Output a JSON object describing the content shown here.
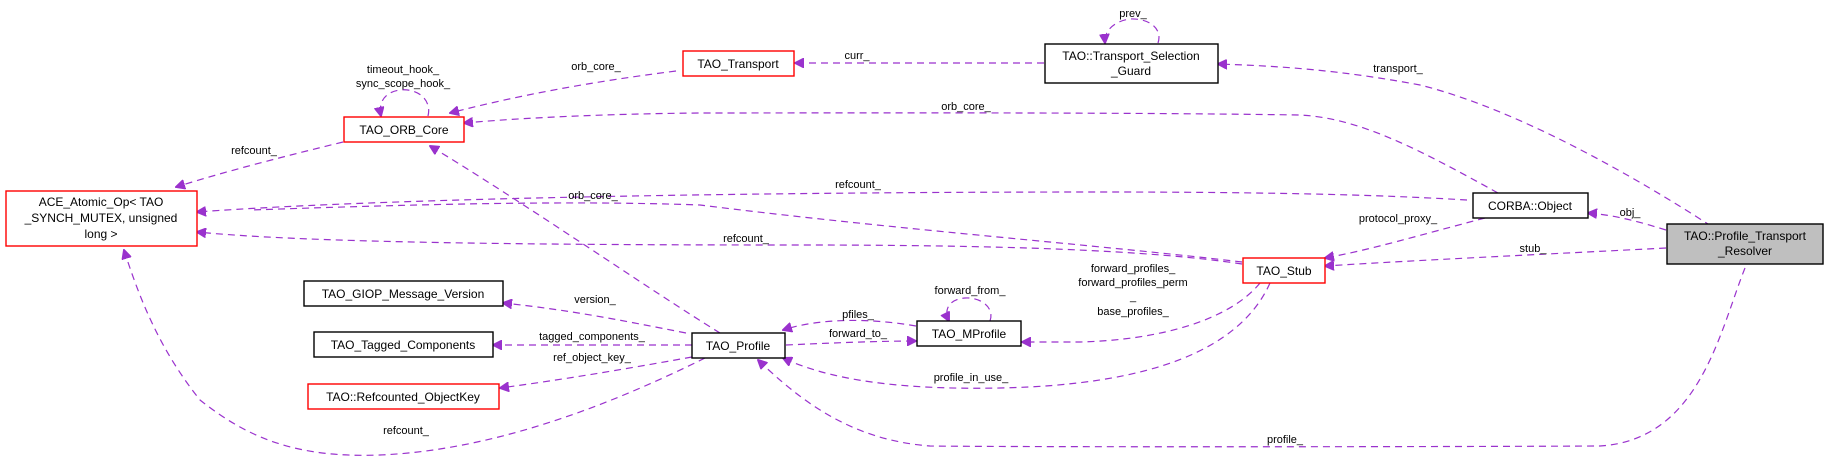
{
  "diagram": {
    "title": "Collaboration diagram for TAO::Profile_Transport_Resolver",
    "colors": {
      "edge": "#9a32cd",
      "node_border": "#000000",
      "node_border_incomplete": "#ff0000",
      "focus_fill": "#bfbfbf"
    },
    "nodes": [
      {
        "id": "ace_atomic",
        "lines": [
          "ACE_Atomic_Op< TAO",
          "_SYNCH_MUTEX, unsigned",
          "long >"
        ],
        "style": "incomplete"
      },
      {
        "id": "orb_core",
        "lines": [
          "TAO_ORB_Core"
        ],
        "style": "incomplete"
      },
      {
        "id": "transport",
        "lines": [
          "TAO_Transport"
        ],
        "style": "incomplete"
      },
      {
        "id": "sel_guard",
        "lines": [
          "TAO::Transport_Selection",
          "_Guard"
        ],
        "style": "normal"
      },
      {
        "id": "corba_object",
        "lines": [
          "CORBA::Object"
        ],
        "style": "normal"
      },
      {
        "id": "resolver",
        "lines": [
          "TAO::Profile_Transport",
          "_Resolver"
        ],
        "style": "focus"
      },
      {
        "id": "stub",
        "lines": [
          "TAO_Stub"
        ],
        "style": "incomplete"
      },
      {
        "id": "giop_version",
        "lines": [
          "TAO_GIOP_Message_Version"
        ],
        "style": "normal"
      },
      {
        "id": "tagged",
        "lines": [
          "TAO_Tagged_Components"
        ],
        "style": "normal"
      },
      {
        "id": "objkey",
        "lines": [
          "TAO::Refcounted_ObjectKey"
        ],
        "style": "incomplete"
      },
      {
        "id": "profile",
        "lines": [
          "TAO_Profile"
        ],
        "style": "normal"
      },
      {
        "id": "mprofile",
        "lines": [
          "TAO_MProfile"
        ],
        "style": "normal"
      }
    ],
    "edges": [
      {
        "id": "e1",
        "from": "orb_core",
        "to": "orb_core",
        "labels": [
          "timeout_hook_",
          "sync_scope_hook_"
        ]
      },
      {
        "id": "e2",
        "from": "orb_core",
        "to": "ace_atomic",
        "labels": [
          "refcount_"
        ]
      },
      {
        "id": "e3",
        "from": "transport",
        "to": "orb_core",
        "labels": [
          "orb_core_"
        ]
      },
      {
        "id": "e4",
        "from": "sel_guard",
        "to": "transport",
        "labels": [
          "curr_"
        ]
      },
      {
        "id": "e5",
        "from": "sel_guard",
        "to": "sel_guard",
        "labels": [
          "prev_"
        ]
      },
      {
        "id": "e6",
        "from": "resolver",
        "to": "sel_guard",
        "labels": [
          "transport_"
        ]
      },
      {
        "id": "e7",
        "from": "corba_object",
        "to": "orb_core",
        "labels": [
          "orb_core_"
        ]
      },
      {
        "id": "e8",
        "from": "corba_object",
        "to": "ace_atomic",
        "labels": [
          "refcount_"
        ]
      },
      {
        "id": "e9",
        "from": "stub",
        "to": "ace_atomic",
        "labels": [
          "refcount_"
        ]
      },
      {
        "id": "e10",
        "from": "stub",
        "to": "orb_core",
        "labels": [
          "orb_core_"
        ]
      },
      {
        "id": "e11",
        "from": "corba_object",
        "to": "stub",
        "labels": [
          "protocol_proxy_"
        ]
      },
      {
        "id": "e12",
        "from": "resolver",
        "to": "corba_object",
        "labels": [
          "obj_"
        ]
      },
      {
        "id": "e13",
        "from": "resolver",
        "to": "stub",
        "labels": [
          "stub_"
        ]
      },
      {
        "id": "e14",
        "from": "profile",
        "to": "giop_version",
        "labels": [
          "version_"
        ]
      },
      {
        "id": "e15",
        "from": "profile",
        "to": "tagged",
        "labels": [
          "tagged_components_"
        ]
      },
      {
        "id": "e16",
        "from": "profile",
        "to": "objkey",
        "labels": [
          "ref_object_key_"
        ]
      },
      {
        "id": "e17",
        "from": "profile",
        "to": "ace_atomic",
        "labels": [
          "refcount_"
        ]
      },
      {
        "id": "e18",
        "from": "profile",
        "to": "orb_core",
        "labels": []
      },
      {
        "id": "e19",
        "from": "mprofile",
        "to": "profile",
        "labels": [
          "pfiles_"
        ]
      },
      {
        "id": "e20",
        "from": "profile",
        "to": "mprofile",
        "labels": [
          "forward_to_"
        ]
      },
      {
        "id": "e21",
        "from": "mprofile",
        "to": "mprofile",
        "labels": [
          "forward_from_"
        ]
      },
      {
        "id": "e22",
        "from": "stub",
        "to": "mprofile",
        "labels": [
          "forward_profiles_",
          "forward_profiles_perm",
          "_",
          "base_profiles_"
        ]
      },
      {
        "id": "e23",
        "from": "stub",
        "to": "profile",
        "labels": [
          "profile_in_use_"
        ]
      },
      {
        "id": "e24",
        "from": "resolver",
        "to": "profile",
        "labels": [
          "profile_"
        ]
      }
    ]
  }
}
